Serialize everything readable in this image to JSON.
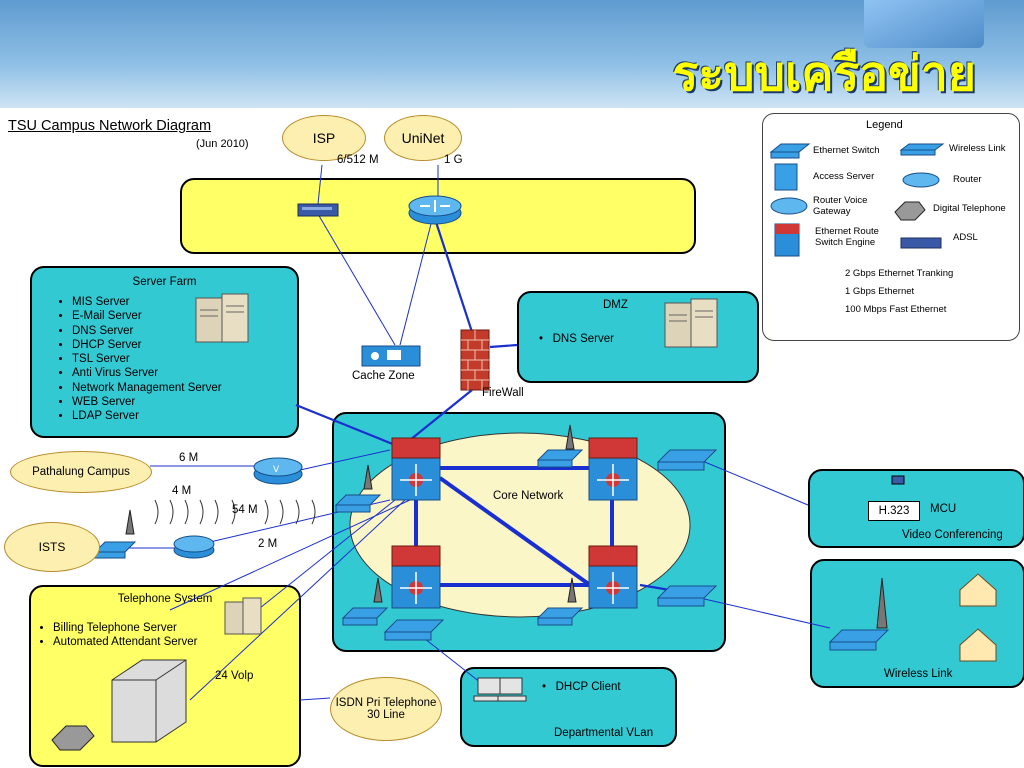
{
  "header": {
    "title": "ระบบเครือข่าย"
  },
  "diagram": {
    "title": "TSU Campus Network Diagram",
    "date": "(Jun 2010)",
    "isp": "ISP",
    "uninet": "UniNet",
    "isp_link": "6/512 M",
    "uninet_link": "1 G",
    "cache_zone": "Cache Zone",
    "firewall": "FireWall",
    "server_farm": {
      "title": "Server Farm",
      "items": [
        "MIS Server",
        "E-Mail Server",
        "DNS Server",
        "DHCP Server",
        "TSL Server",
        "Anti Virus Server",
        "Network Management Server",
        "WEB Server",
        "LDAP Server"
      ]
    },
    "dmz": {
      "title": "DMZ",
      "item": "DNS Server"
    },
    "legend": {
      "title": "Legend",
      "ethernet_switch": "Ethernet Switch",
      "wireless_link": "Wireless Link",
      "access_server": "Access Server",
      "router": "Router",
      "router_voice": "Router Voice Gateway",
      "digital_telephone": "Digital Telephone",
      "route_switch": "Ethernet Route Switch Engine",
      "adsl": "ADSL",
      "l2g": "2 Gbps Ethernet Tranking",
      "l1g": "1 Gbps Ethernet",
      "l100": "100 Mbps Fast Ethernet"
    },
    "pathalung": "Pathalung Campus",
    "pathalung_speed": "6 M",
    "speed_4m": "4 M",
    "speed_54m": "54 M",
    "speed_2m": "2 M",
    "ists": "ISTS",
    "core": "Core Network",
    "mcu": {
      "h323": "H.323",
      "label": "MCU",
      "caption": "Video Conferencing"
    },
    "wireless": "Wireless Link",
    "telephone": {
      "title": "Telephone System",
      "items": [
        "Billing Telephone Server",
        "Automated Attendant Server"
      ],
      "voip": "24 Volp"
    },
    "isdn": "ISDN Pri Telephone 30 Line",
    "dept": {
      "item": "DHCP Client",
      "caption": "Departmental  VLan"
    },
    "colors": {
      "teal": "#33c9d3",
      "yellow": "#ffff66",
      "link": "#1a2fd0",
      "title": "#ffff00"
    }
  }
}
